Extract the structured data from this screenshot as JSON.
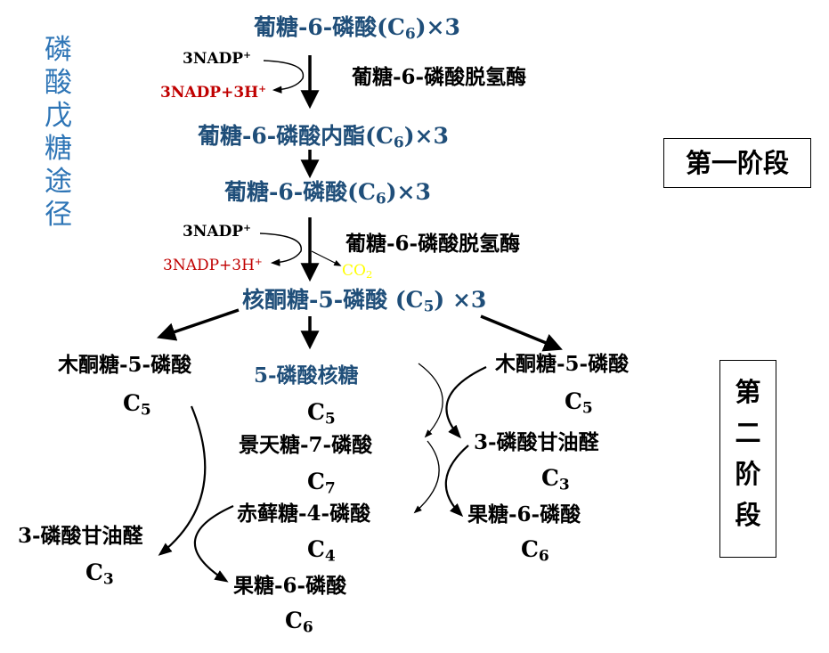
{
  "side_title": [
    "磷",
    "酸",
    "戊",
    "糖",
    "途",
    "径"
  ],
  "stage1": "第一阶段",
  "stage2": [
    "第",
    "二",
    "阶",
    "段"
  ],
  "phase1": {
    "g6p_x3_top": "葡糖-6-磷酸(C",
    "g6p_x3_top_sub": "6",
    "g6p_x3_top_tail": ")×3",
    "nadp_1": "3NADP",
    "nadp_1_sup": "+",
    "nadph_1": "3NADP+3H",
    "nadph_1_sup": "+",
    "enzyme_1": "葡糖-6-磷酸脱氢酶",
    "lactone": "葡糖-6-磷酸内酯(C",
    "lactone_sub": "6",
    "lactone_tail": ")×3",
    "g6p_x3_mid": "葡糖-6-磷酸(C",
    "g6p_x3_mid_sub": "6",
    "g6p_x3_mid_tail": ")×3",
    "nadp_2": "3NADP",
    "nadp_2_sup": "+",
    "nadph_2": "3NADP+3H",
    "nadph_2_sup": "+",
    "co2": "CO",
    "co2_sub": "2",
    "enzyme_2": "葡糖-6-磷酸脱氢酶",
    "ru5p": "核酮糖-5-磷酸 (C",
    "ru5p_sub": "5",
    "ru5p_tail": ") ×3"
  },
  "phase2": {
    "xu5p_left": "木酮糖-5-磷酸",
    "xu5p_left_c": "C",
    "xu5p_left_c_sub": "5",
    "r5p": "5-磷酸核糖",
    "r5p_c": "C",
    "r5p_c_sub": "5",
    "xu5p_right": "木酮糖-5-磷酸",
    "xu5p_right_c": "C",
    "xu5p_right_c_sub": "5",
    "s7p": "景天糖-7-磷酸",
    "s7p_c": "C",
    "s7p_c_sub": "7",
    "g3p_right": "3-磷酸甘油醛",
    "g3p_right_c": "C",
    "g3p_right_c_sub": "3",
    "e4p": "赤藓糖-4-磷酸",
    "e4p_c": "C",
    "e4p_c_sub": "4",
    "f6p_right": "果糖-6-磷酸",
    "f6p_right_c": "C",
    "f6p_right_c_sub": "6",
    "g3p_left": "3-磷酸甘油醛",
    "g3p_left_c": "C",
    "g3p_left_c_sub": "3",
    "f6p_bottom": "果糖-6-磷酸",
    "f6p_bottom_c": "C",
    "f6p_bottom_c_sub": "6"
  }
}
